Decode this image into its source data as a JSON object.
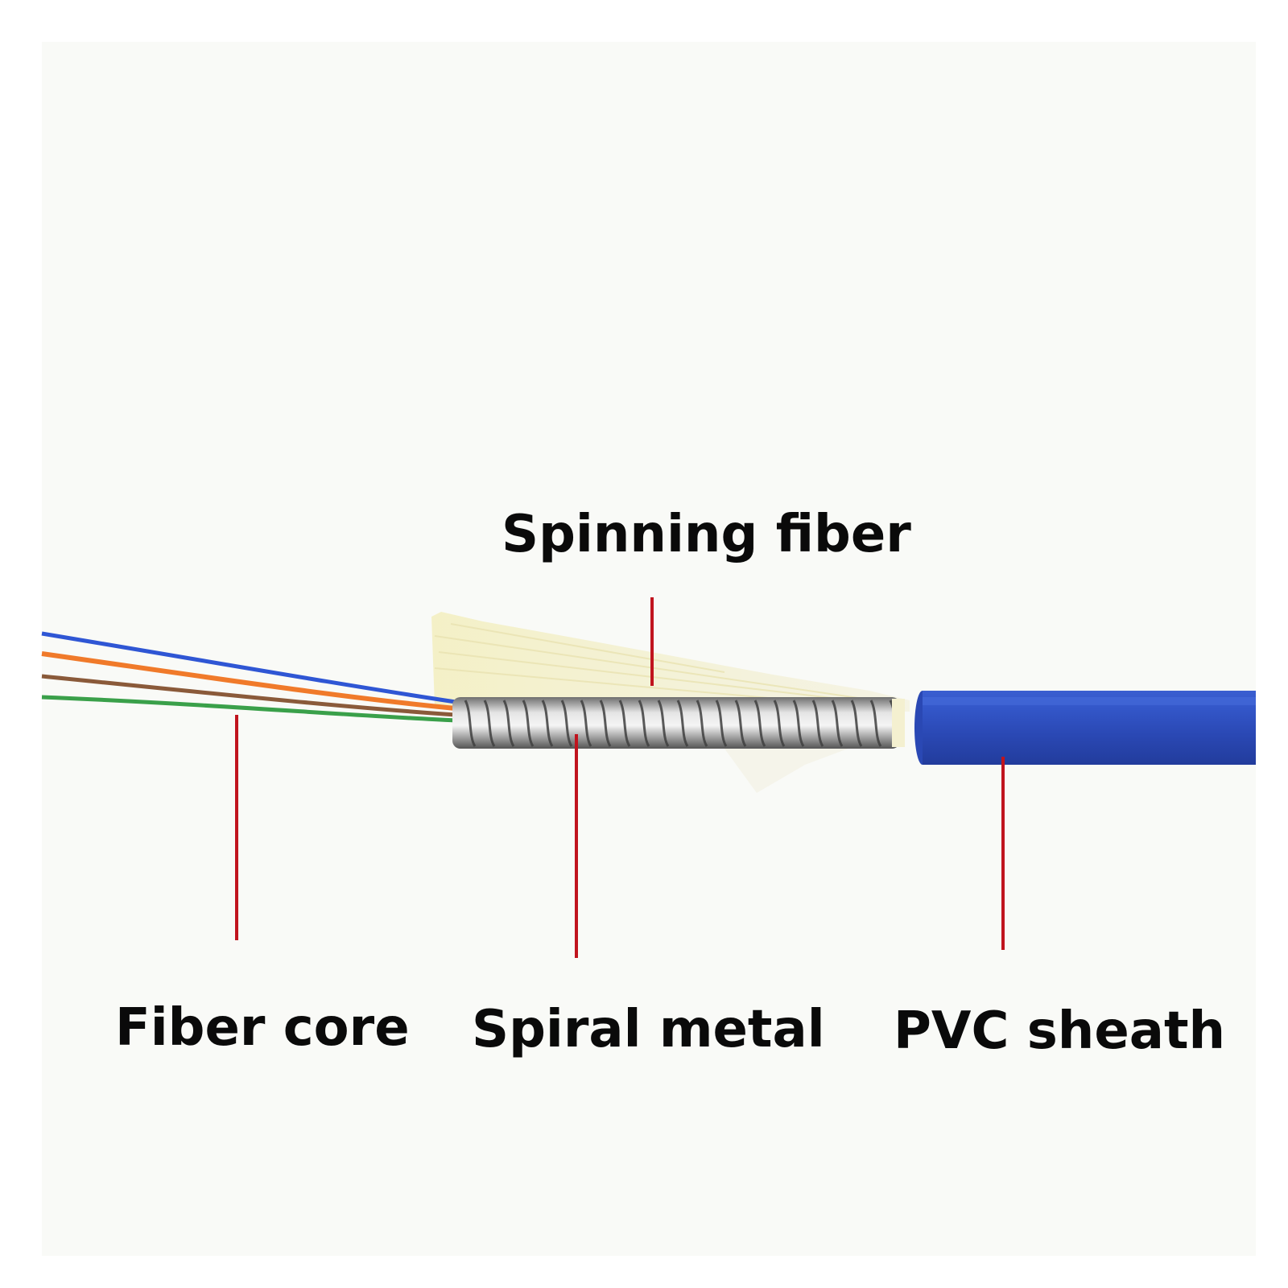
{
  "labels": {
    "spinning_fiber": "Spinning fiber",
    "fiber_core": "Fiber core",
    "spiral_metal": "Spiral metal",
    "pvc_sheath": "PVC sheath"
  },
  "colors": {
    "background": "#f9faf7",
    "leader_line": "#c0141e",
    "label_text": "#0a0a0a",
    "pvc_sheath": "#2c4cb8",
    "aramid_yarn": "#f3efc8",
    "spiral_steel": "#b8b8b8",
    "fiber_blue": "#2f56d4",
    "fiber_orange": "#f07a2a",
    "fiber_brown": "#8a5a3a",
    "fiber_green": "#3aa04a"
  },
  "icons": {
    "cable": "fiber-optic-cable-cross-section-illustration"
  }
}
